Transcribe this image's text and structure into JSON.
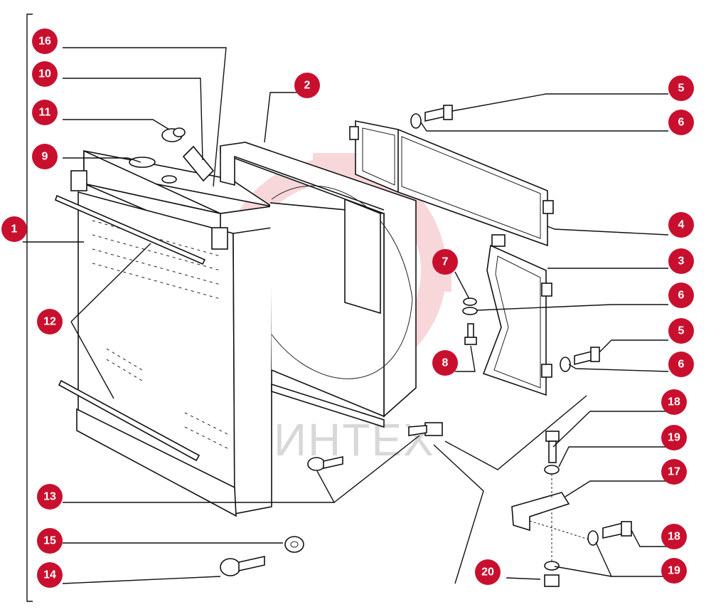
{
  "watermark": {
    "text": "ИНТЕХ",
    "color": "#f4b8bc"
  },
  "callout_color": "#c8102e",
  "callouts": [
    {
      "id": "c16",
      "label": "16"
    },
    {
      "id": "c10",
      "label": "10"
    },
    {
      "id": "c11",
      "label": "11"
    },
    {
      "id": "c9",
      "label": "9"
    },
    {
      "id": "c1",
      "label": "1"
    },
    {
      "id": "c12",
      "label": "12"
    },
    {
      "id": "c13",
      "label": "13"
    },
    {
      "id": "c15",
      "label": "15"
    },
    {
      "id": "c14",
      "label": "14"
    },
    {
      "id": "c2",
      "label": "2"
    },
    {
      "id": "c5a",
      "label": "5"
    },
    {
      "id": "c6a",
      "label": "6"
    },
    {
      "id": "c4",
      "label": "4"
    },
    {
      "id": "c3",
      "label": "3"
    },
    {
      "id": "c7",
      "label": "7"
    },
    {
      "id": "c6b",
      "label": "6"
    },
    {
      "id": "c5b",
      "label": "5"
    },
    {
      "id": "c8",
      "label": "8"
    },
    {
      "id": "c6c",
      "label": "6"
    },
    {
      "id": "c18a",
      "label": "18"
    },
    {
      "id": "c19a",
      "label": "19"
    },
    {
      "id": "c17",
      "label": "17"
    },
    {
      "id": "c18b",
      "label": "18"
    },
    {
      "id": "c19b",
      "label": "19"
    },
    {
      "id": "c20",
      "label": "20"
    }
  ]
}
